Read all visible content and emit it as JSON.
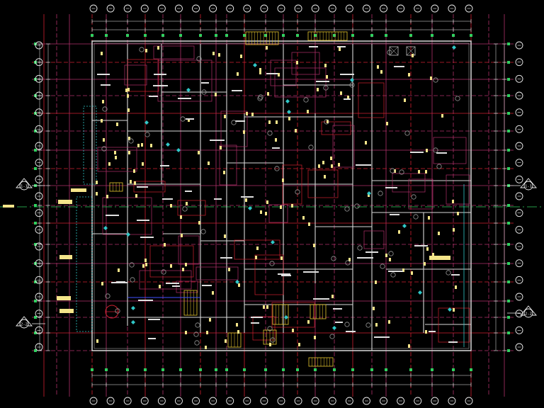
{
  "drawing": {
    "background": "#000000",
    "colors": {
      "grid_magenta": "#b0306a",
      "grid_red": "#d02030",
      "wall_white": "#d8d8d8",
      "axis_green": "#30d060",
      "dim_white": "#f0f0f0",
      "label_yellow": "#f5e58a",
      "tag_cyan": "#30c8c8",
      "stair_yellow": "#e8c830",
      "door_blue": "#4050ff"
    },
    "axis_bubbles": {
      "top_count": 23,
      "bottom_count": 23,
      "left_count": 19,
      "right_count": 19
    },
    "section_markers": [
      {
        "side": "left",
        "label": "1-1"
      },
      {
        "side": "left",
        "label": "2-2"
      },
      {
        "side": "right",
        "label": "1-1"
      },
      {
        "side": "right",
        "label": "2-2"
      }
    ]
  }
}
